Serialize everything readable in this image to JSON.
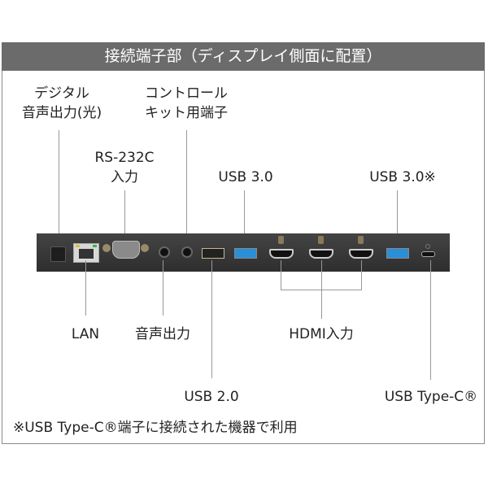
{
  "header": {
    "title": "接続端子部（ディスプレイ側面に配置）"
  },
  "labels": {
    "digital_audio_l1": "デジタル",
    "digital_audio_l2": "音声出力(光)",
    "control_l1": "コントロール",
    "control_l2": "キット用端子",
    "rs232_l1": "RS-232C",
    "rs232_l2": "入力",
    "usb30_left": "USB 3.0",
    "usb30_right": "USB 3.0※",
    "lan": "LAN",
    "audio_out": "音声出力",
    "hdmi": "HDMI入力",
    "usb20": "USB 2.0",
    "usb_typec": "USB Type-C®"
  },
  "footnote": "※USB Type-C®端子に接続された機器で利用",
  "colors": {
    "header_bg": "#6b6b6b",
    "panel_bg": "#333333",
    "usb3_blue": "#2a8fd6",
    "line": "#999999"
  }
}
